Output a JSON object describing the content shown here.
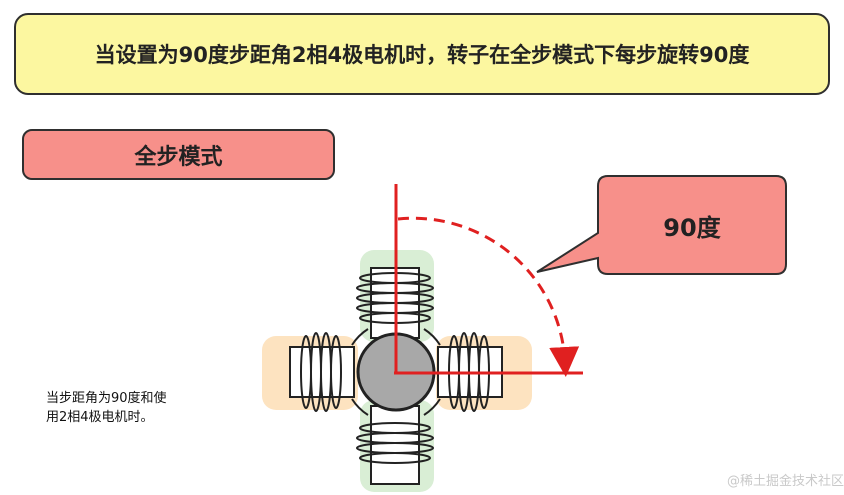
{
  "banner": {
    "text": "当设置为90度步距角2相4极电机时，转子在全步模式下每步旋转90度"
  },
  "mode_label": "全步模式",
  "callout": {
    "text": "90度"
  },
  "caption": {
    "line1": "当步距角为90度和使",
    "line2": "用2相4极电机时。"
  },
  "watermark": "@稀土掘金技术社区",
  "colors": {
    "banner_bg": "#fcf7a0",
    "mode_bg": "#f7908a",
    "callout_bg": "#f7908a",
    "axis_red": "#e02020",
    "pole_green": "#d5ecd0",
    "pole_orange": "#fde2bd",
    "rotor_gray": "#a8a8a8"
  }
}
